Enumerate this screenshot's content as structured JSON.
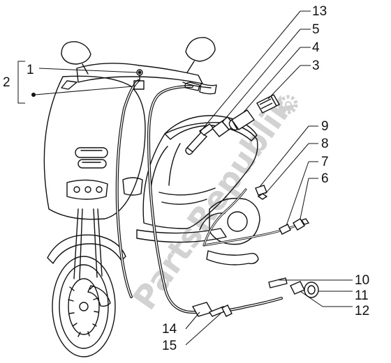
{
  "diagram": {
    "watermark": "PartsRepublik",
    "callouts": {
      "c1": "1",
      "c2": "2",
      "c3": "3",
      "c4": "4",
      "c5": "5",
      "c6": "6",
      "c7": "7",
      "c8": "8",
      "c9": "9",
      "c10": "10",
      "c11": "11",
      "c12": "12",
      "c13": "13",
      "c14": "14",
      "c15": "15"
    },
    "icons": {
      "watermark_emblem": "gear-icon"
    }
  }
}
